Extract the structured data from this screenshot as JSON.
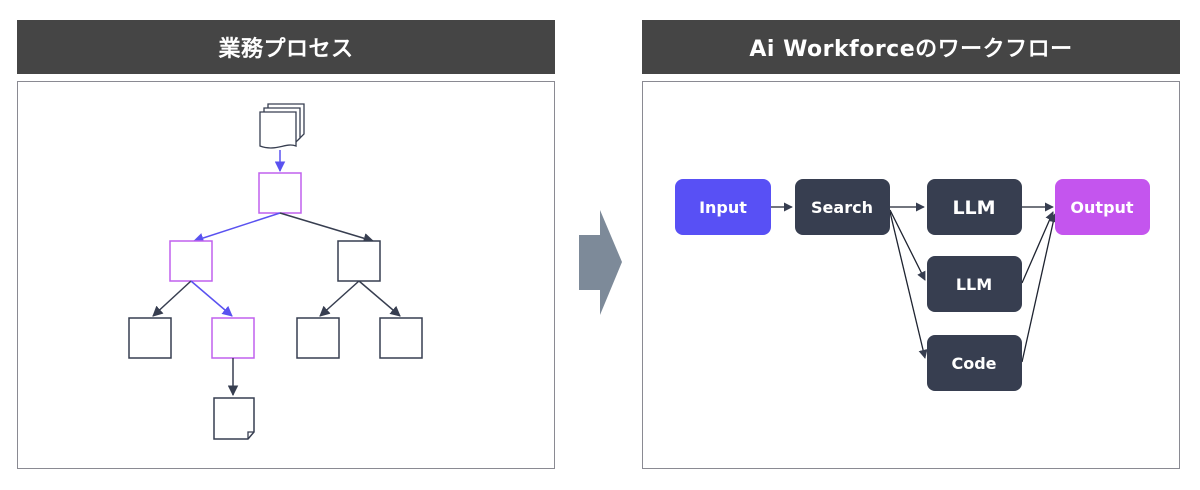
{
  "left_panel": {
    "title": "業務プロセス"
  },
  "right_panel": {
    "title": "Ai Workforceのワークフロー"
  },
  "workflow_nodes": {
    "input": "Input",
    "search": "Search",
    "llm_top": "LLM",
    "llm_mid": "LLM",
    "code": "Code",
    "output": "Output"
  },
  "colors": {
    "header_bg": "#454545",
    "node_dark": "#373e50",
    "input": "#5850f5",
    "output": "#c455ee",
    "highlight_path": "#5a52f0",
    "highlight_box": "#c060ee",
    "arrow_big": "#7d8a99"
  }
}
